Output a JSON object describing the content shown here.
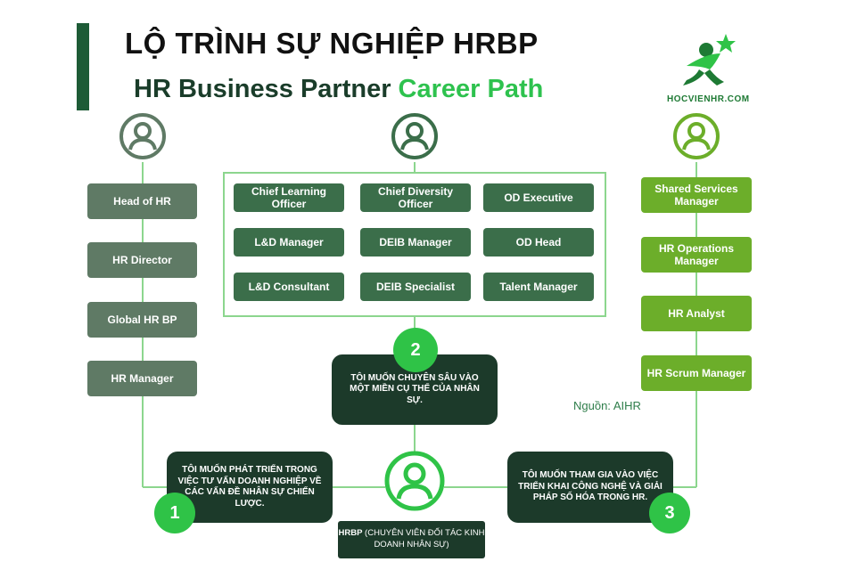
{
  "header": {
    "title_line1": "LỘ TRÌNH SỰ NGHIỆP HRBP",
    "title_line2_part1": "HR Business Partner ",
    "title_line2_part2": "Career Path"
  },
  "logo": {
    "icon": "runner-star-logo-icon",
    "text": "HOCVIENHR.COM"
  },
  "colors": {
    "dark_green": "#1c3a2a",
    "accent_green": "#2fc347",
    "light_green": "#6cae2a",
    "gray_green": "#5f7a65",
    "mid_green": "#3b6e4a"
  },
  "left_track": [
    "Head of HR",
    "HR Director",
    "Global HR BP",
    "HR Manager"
  ],
  "center_grid": [
    [
      "Chief Learning Officer",
      "Chief Diversity Officer",
      "OD Executive"
    ],
    [
      "L&D Manager",
      "DEIB Manager",
      "OD Head"
    ],
    [
      "L&D Consultant",
      "DEIB Specialist",
      "Talent Manager"
    ]
  ],
  "right_track": [
    "Shared Services Manager",
    "HR Operations Manager",
    "HR Analyst",
    "HR Scrum Manager"
  ],
  "callouts": {
    "one": {
      "number": "1",
      "text": "TÔI MUỐN PHÁT TRIỂN TRONG VIỆC TƯ VẤN DOANH NGHIỆP VỀ CÁC VẤN ĐỀ NHÂN SỰ CHIẾN LƯỢC."
    },
    "two": {
      "number": "2",
      "text": "TÔI MUỐN CHUYÊN SÂU VÀO MỘT MIỀN CỤ THỂ CỦA NHÂN SỰ."
    },
    "three": {
      "number": "3",
      "text": "TÔI MUỐN THAM GIA VÀO VIỆC TRIỂN KHAI CÔNG NGHỆ VÀ GIẢI PHÁP SỐ HÓA TRONG HR."
    }
  },
  "hrbp": {
    "abbr": "HRBP",
    "desc": " (CHUYÊN VIÊN ĐỐI TÁC KINH DOANH NHÂN SỰ)"
  },
  "source": "Nguồn: AIHR"
}
